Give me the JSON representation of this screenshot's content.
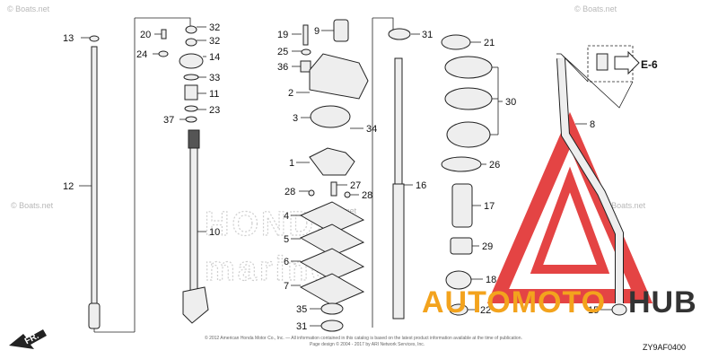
{
  "watermarks": {
    "site": "© Boats.net",
    "ghost_top": "HONDA",
    "ghost_bottom": "marine"
  },
  "callouts": {
    "c13": "13",
    "c12": "12",
    "c20": "20",
    "c24": "24",
    "c32a": "32",
    "c32b": "32",
    "c14": "14",
    "c33": "33",
    "c11": "11",
    "c23": "23",
    "c37": "37",
    "c10": "10",
    "c19": "19",
    "c25": "25",
    "c36": "36",
    "c9": "9",
    "c2": "2",
    "c3": "3",
    "c34": "34",
    "c1": "1",
    "c28a": "28",
    "c27": "27",
    "c28b": "28",
    "c4": "4",
    "c5": "5",
    "c6": "6",
    "c7": "7",
    "c35": "35",
    "c31a": "31",
    "c31b": "31",
    "c16": "16",
    "c21": "21",
    "c30": "30",
    "c26": "26",
    "c17": "17",
    "c29": "29",
    "c18": "18",
    "c22": "22",
    "c8": "8",
    "c15": "15"
  },
  "reference": "E-6",
  "direction": "FR.",
  "drawing_code": "ZY9AF0400",
  "copyright": "© 2012 American Honda Motor Co., Inc. — All information contained in this catalog is based on the latest product information available at the time of publication.",
  "copyright2": "Page design © 2004 - 2017 by ARI Network Services, Inc.",
  "overlay_logo": {
    "part1": "AUTOMOTO",
    "part2": "HUB",
    "accent_color": "#f3a31d",
    "triangle_color": "#e02424"
  }
}
